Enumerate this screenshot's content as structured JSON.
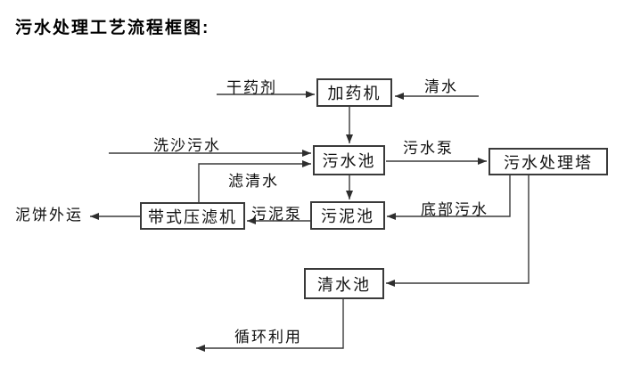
{
  "title": "污水处理工艺流程框图:",
  "colors": {
    "line": "#3a3a3a",
    "text": "#111111",
    "background": "#ffffff"
  },
  "nodes": {
    "dosing_machine": "加药机",
    "sewage_pool": "污水池",
    "treatment_tower": "污水处理塔",
    "sludge_pool": "污泥池",
    "belt_filter_press": "带式压滤机",
    "clear_water_pool": "清水池"
  },
  "flow_labels": {
    "dry_chemical": "干药剂",
    "clear_water": "清水",
    "sand_washing_sewage": "洗沙污水",
    "sewage_pump": "污水泵",
    "filtered_clear_water": "滤清水",
    "bottom_sewage": "底部污水",
    "sludge_pump": "污泥泵",
    "mud_cake_outbound": "泥饼外运",
    "recycling_use": "循环利用"
  },
  "edges": [
    {
      "from": "external",
      "to": "dosing_machine",
      "label": "干药剂"
    },
    {
      "from": "external",
      "to": "dosing_machine",
      "label": "清水"
    },
    {
      "from": "dosing_machine",
      "to": "sewage_pool",
      "label": ""
    },
    {
      "from": "external",
      "to": "sewage_pool",
      "label": "洗沙污水"
    },
    {
      "from": "belt_filter_press",
      "to": "sewage_pool",
      "label": "滤清水"
    },
    {
      "from": "sewage_pool",
      "to": "treatment_tower",
      "label": "污水泵"
    },
    {
      "from": "sewage_pool",
      "to": "sludge_pool",
      "label": ""
    },
    {
      "from": "treatment_tower",
      "to": "sludge_pool",
      "label": "底部污水"
    },
    {
      "from": "sludge_pool",
      "to": "belt_filter_press",
      "label": "污泥泵"
    },
    {
      "from": "belt_filter_press",
      "to": "external",
      "label": "泥饼外运"
    },
    {
      "from": "treatment_tower",
      "to": "clear_water_pool",
      "label": ""
    },
    {
      "from": "clear_water_pool",
      "to": "external",
      "label": "循环利用"
    }
  ]
}
